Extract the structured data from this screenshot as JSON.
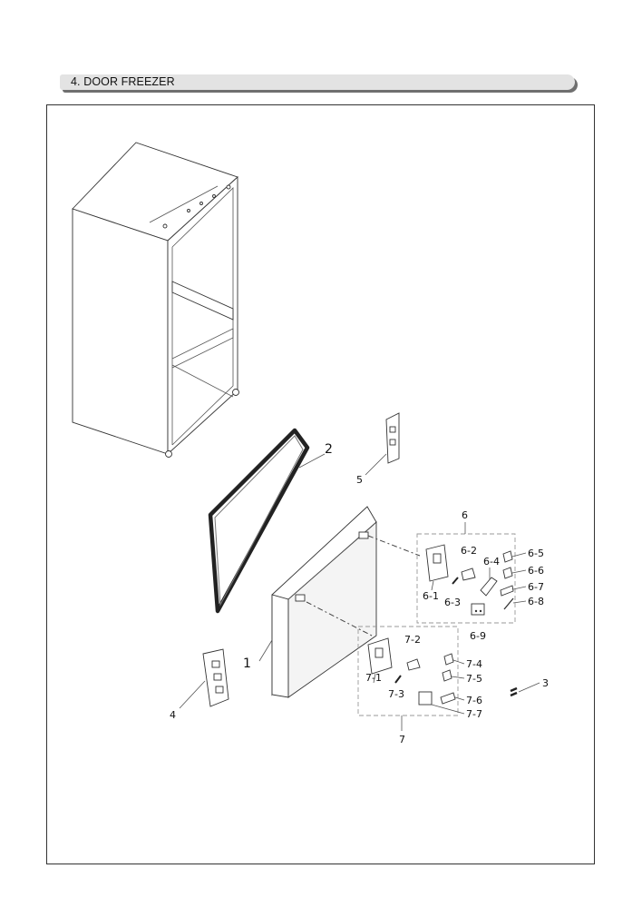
{
  "section": {
    "title": "4. DOOR FREEZER"
  },
  "labels": {
    "p1": "1",
    "p2": "2",
    "p3": "3",
    "p4": "4",
    "p5": "5",
    "p6": "6",
    "p6_1": "6-1",
    "p6_2": "6-2",
    "p6_3": "6-3",
    "p6_4": "6-4",
    "p6_5": "6-5",
    "p6_6": "6-6",
    "p6_7": "6-7",
    "p6_8": "6-8",
    "p6_9": "6-9",
    "p7": "7",
    "p7_1": "7-1",
    "p7_2": "7-2",
    "p7_3": "7-3",
    "p7_4": "7-4",
    "p7_5": "7-5",
    "p7_6": "7-6",
    "p7_7": "7-7"
  }
}
